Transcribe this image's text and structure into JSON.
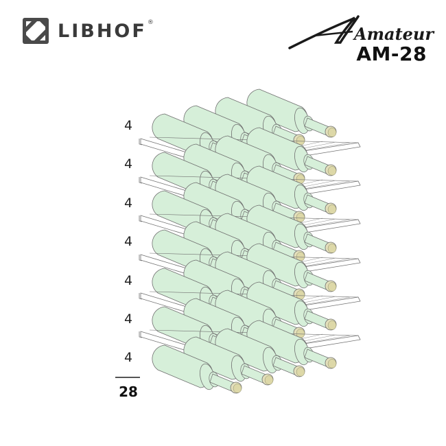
{
  "brand": {
    "name": "LIBHOF",
    "registered_mark": "®",
    "logo_icon": "libhof-square-logo-icon",
    "color": "#3a3a3a"
  },
  "product": {
    "series": "Amateur",
    "model": "AM-28"
  },
  "rack": {
    "bottle_color": "#d6efd9",
    "cork_color": "#e3dfbb",
    "shelf_color": "#ffffff",
    "outline_color": "#6f6f6f",
    "shelves": [
      {
        "label": "4",
        "bottles": 4
      },
      {
        "label": "4",
        "bottles": 4
      },
      {
        "label": "4",
        "bottles": 4
      },
      {
        "label": "4",
        "bottles": 4
      },
      {
        "label": "4",
        "bottles": 4
      },
      {
        "label": "4",
        "bottles": 4
      },
      {
        "label": "4",
        "bottles": 4
      }
    ],
    "total": "28"
  }
}
